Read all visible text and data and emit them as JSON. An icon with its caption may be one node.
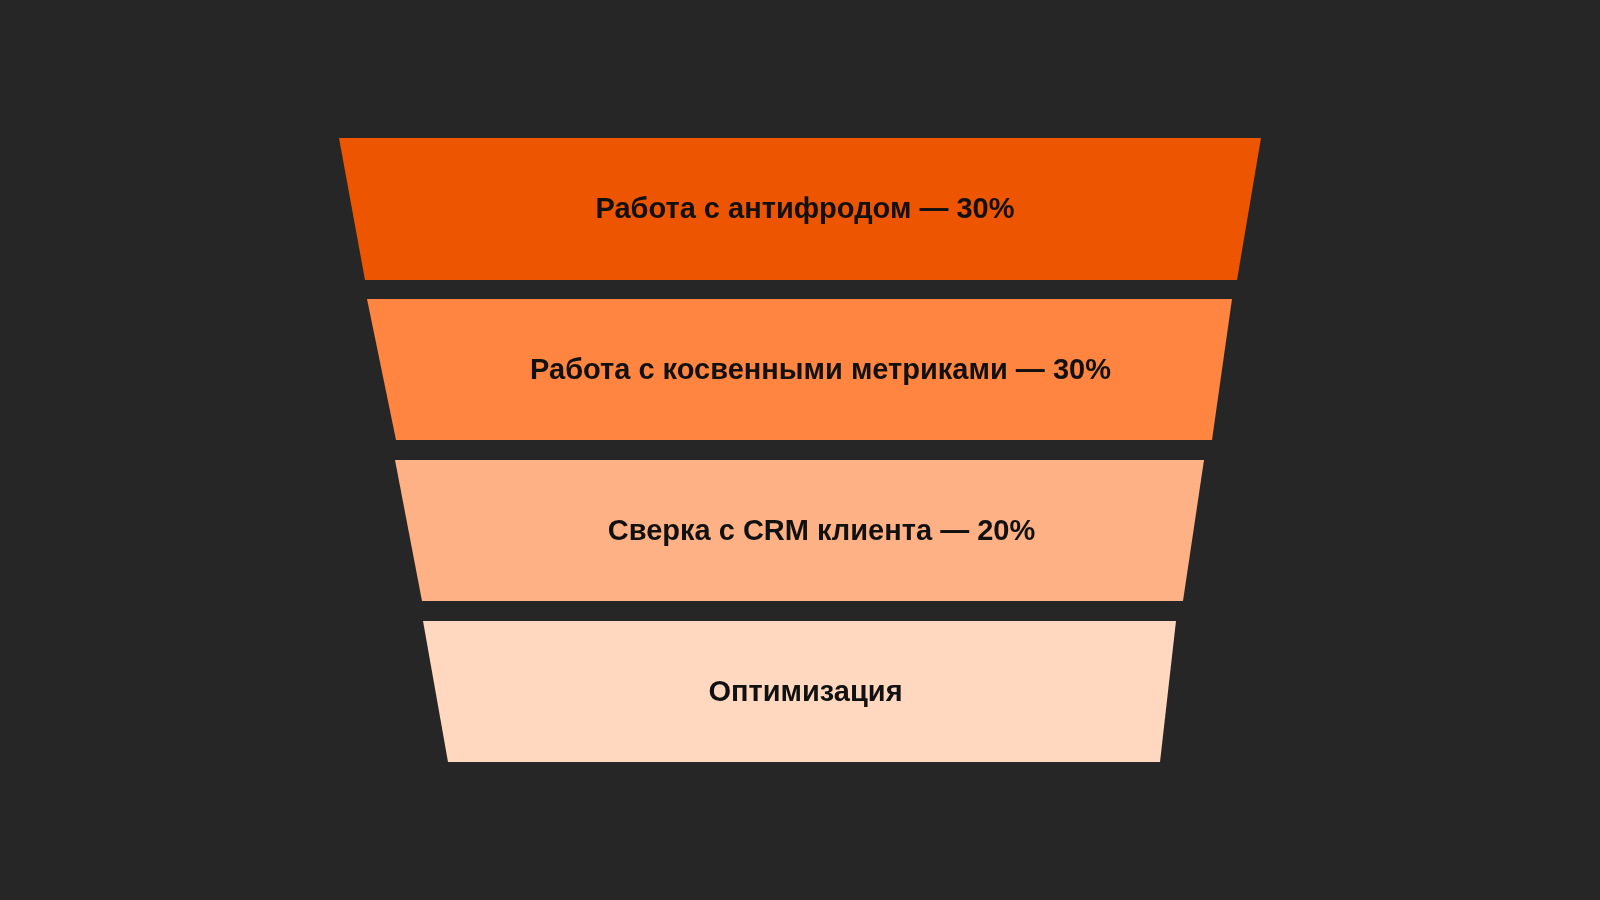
{
  "diagram": {
    "nodes": [
      {
        "text": [
          "Работа с антифродом — 30%"
        ]
      },
      {
        "text": [
          "Работа с косвенными метриками — 30%"
        ]
      },
      {
        "text": [
          "Сверка с CRM клиента — 20%"
        ]
      },
      {
        "text": [
          "Оптимизация"
        ]
      }
    ]
  }
}
